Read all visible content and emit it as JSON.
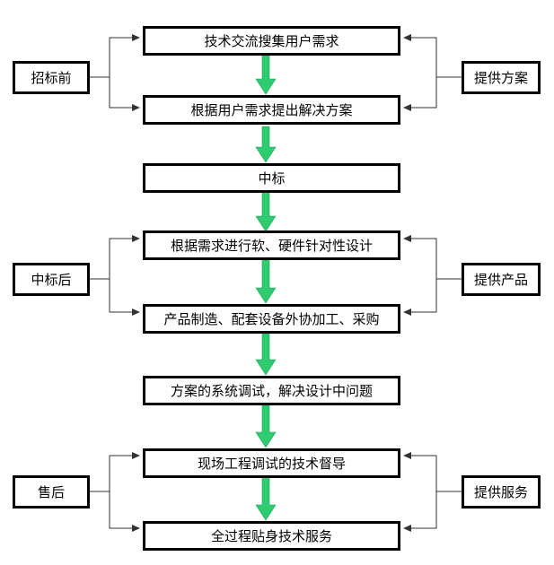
{
  "steps": [
    "技术交流搜集用户需求",
    "根据用户需求提出解决方案",
    "中标",
    "根据需求进行软、硬件针对性设计",
    "产品制造、配套设备外协加工、采购",
    "方案的系统调试，解决设计中问题",
    "现场工程调试的技术督导",
    "全过程贴身技术服务"
  ],
  "left_labels": [
    "招标前",
    "中标后",
    "售后"
  ],
  "right_labels": [
    "提供方案",
    "提供产品",
    "提供服务"
  ],
  "colors": {
    "arrow": "#2ecc71",
    "line": "#333333",
    "border": "#000000"
  }
}
